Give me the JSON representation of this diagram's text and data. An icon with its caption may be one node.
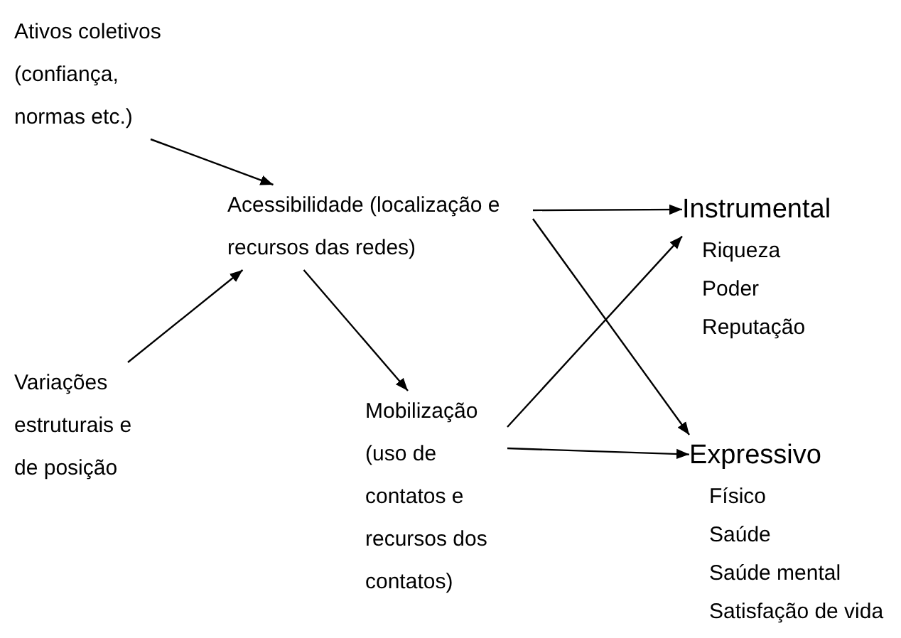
{
  "diagram": {
    "nodes": [
      {
        "text": [
          "Ativos coletivos (confiança, normas etc.)"
        ]
      },
      {
        "text": [
          "Variações estruturais e de posição"
        ]
      },
      {
        "text": [
          "Acessibilidade (localização e recursos das redes)"
        ]
      },
      {
        "text": [
          "Mobilização (uso de contatos e recursos dos contatos)"
        ]
      },
      {
        "text": [
          "Instrumental",
          "Riqueza",
          "Poder",
          "Reputação"
        ]
      },
      {
        "text": [
          "Expressivo",
          "Físico",
          "Saúde",
          "Saúde mental",
          "Satisfação de vida"
        ]
      }
    ],
    "edges": [
      {
        "from": 0,
        "to": 2,
        "arrow": "to"
      },
      {
        "from": 1,
        "to": 2,
        "arrow": "to"
      },
      {
        "from": 2,
        "to": 3,
        "arrow": "to"
      },
      {
        "from": 2,
        "to": 4,
        "arrow": "to"
      },
      {
        "from": 2,
        "to": 5,
        "arrow": "to"
      },
      {
        "from": 3,
        "to": 4,
        "arrow": "to"
      },
      {
        "from": 3,
        "to": 5,
        "arrow": "to"
      }
    ]
  }
}
